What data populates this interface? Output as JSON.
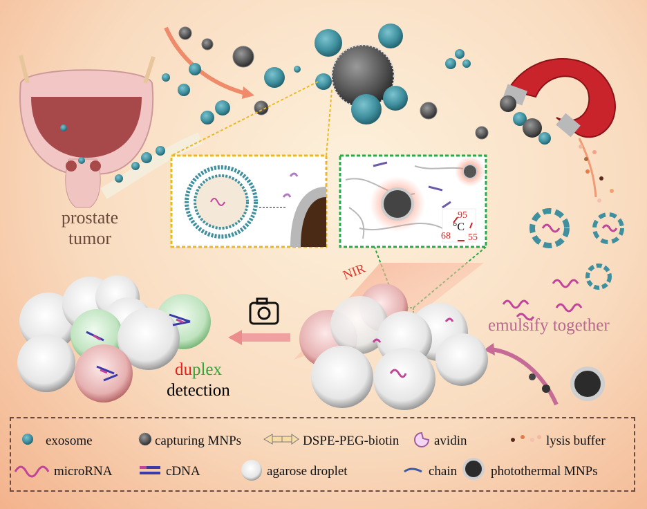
{
  "labels": {
    "prostate_line1": "prostate",
    "prostate_line2": "tumor",
    "emulsify": "emulsify together",
    "duplex_du": "du",
    "duplex_plex": "plex",
    "detection": "detection",
    "nir": "NIR",
    "temp_unit": "°C",
    "temp_95": "95",
    "temp_55": "55",
    "temp_68": "68"
  },
  "legend": {
    "exosome": "exosome",
    "capturing_mnps": "capturing MNPs",
    "dspe_peg_biotin": "DSPE-PEG-biotin",
    "avidin": "avidin",
    "lysis_buffer": "lysis buffer",
    "microrna": "microRNA",
    "cdna": "cDNA",
    "agarose_droplet": "agarose droplet",
    "chain": "chain",
    "photothermal_mnps": "photothermal MNPs"
  },
  "colors": {
    "exosome": "#3f8f9e",
    "microrna": "#c2449a",
    "magnet_red": "#c9232b",
    "duplex_red": "#e8201a",
    "duplex_green": "#2fa43a",
    "emulsify": "#b9698d",
    "yellow_dash": "#e8b923",
    "green_dash": "#2aa84a"
  },
  "icons": [
    "camera-icon",
    "magnet-icon",
    "arrow-icon"
  ]
}
